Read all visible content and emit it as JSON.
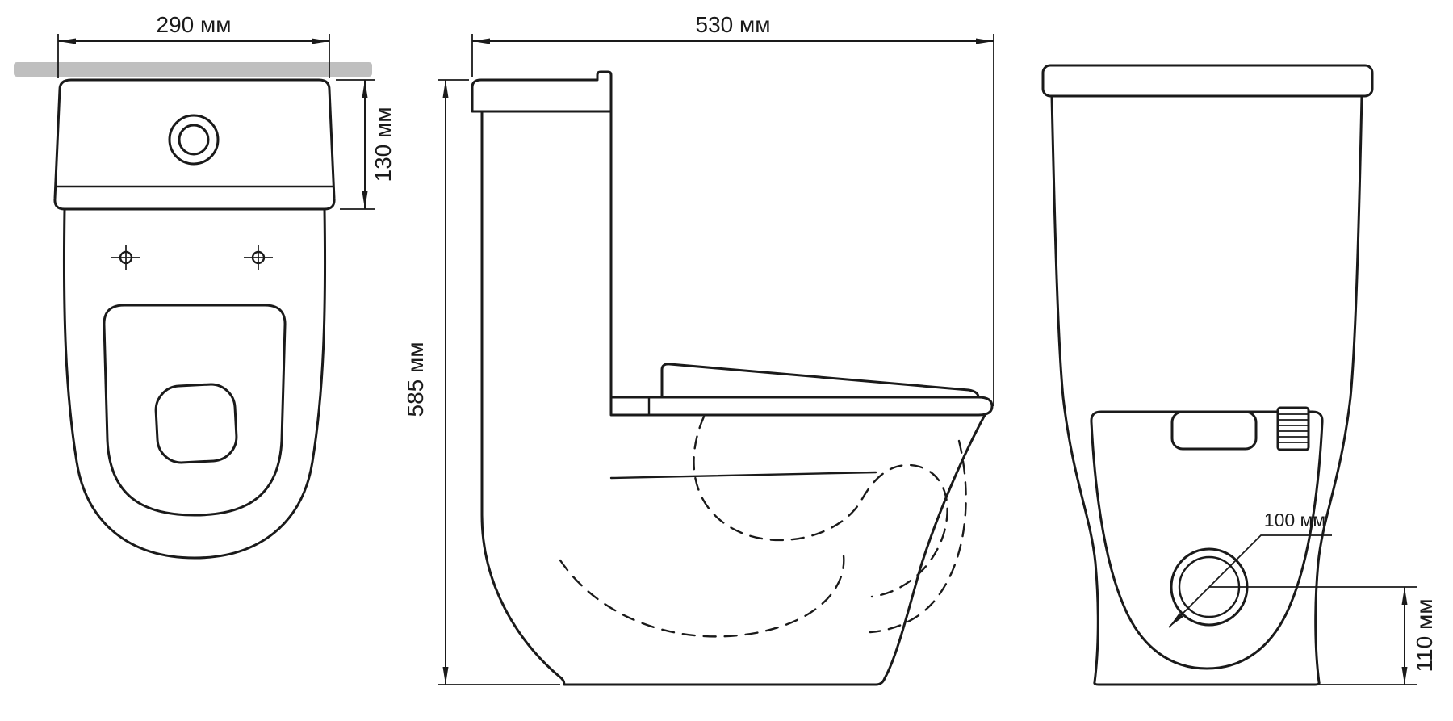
{
  "palette": {
    "background": "#ffffff",
    "line": "#1a1a1a",
    "wall_bar": "#bfbfbf"
  },
  "views": {
    "top": {
      "dim_width": "290 мм",
      "dim_tank_depth": "130 мм"
    },
    "side": {
      "dim_depth": "530 мм",
      "dim_height": "585 мм"
    },
    "front": {
      "dim_outlet_diameter": "100 мм",
      "dim_outlet_height": "110 мм"
    }
  }
}
